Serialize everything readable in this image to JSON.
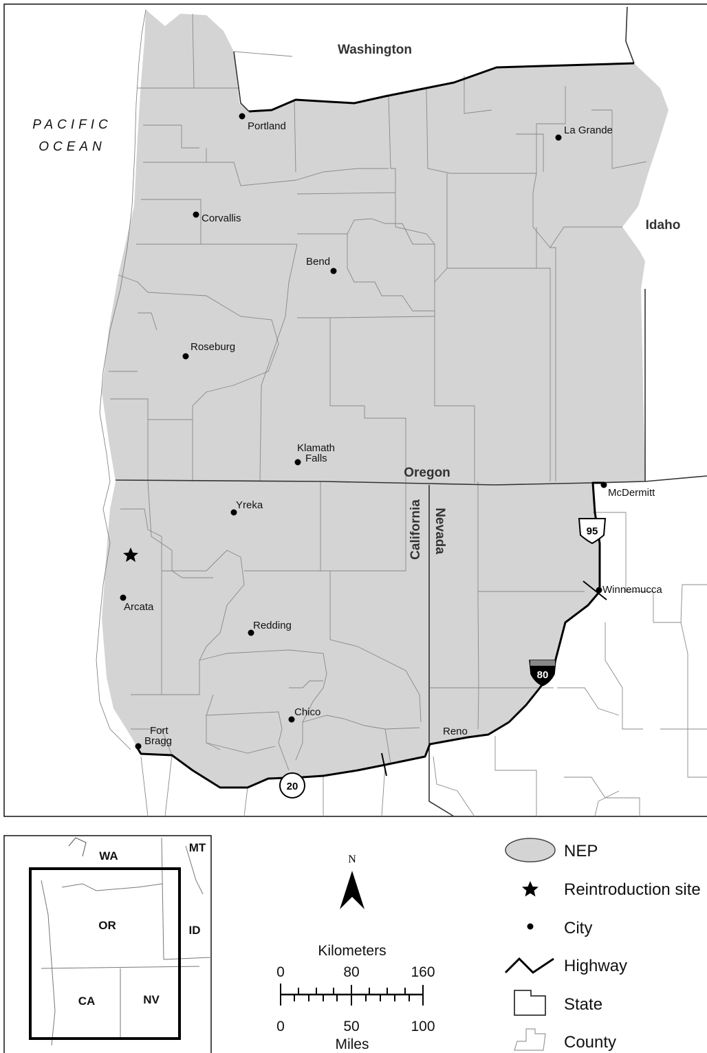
{
  "regions": {
    "washington": "Washington",
    "idaho": "Idaho",
    "oregon": "Oregon",
    "california": "California",
    "nevada": "Nevada",
    "pacific": "PACIFIC",
    "ocean": "OCEAN"
  },
  "cities": {
    "portland": "Portland",
    "la_grande": "La Grande",
    "corvallis": "Corvallis",
    "bend": "Bend",
    "roseburg": "Roseburg",
    "klamath_1": "Klamath",
    "klamath_2": "Falls",
    "yreka": "Yreka",
    "arcata": "Arcata",
    "redding": "Redding",
    "chico": "Chico",
    "fort_1": "Fort",
    "fort_2": "Bragg",
    "reno": "Reno",
    "mcdermitt": "McDermitt",
    "winnemucca": "Winnemucca"
  },
  "highways": {
    "us95": "95",
    "i80": "80",
    "sr20": "20"
  },
  "inset": {
    "wa": "WA",
    "mt": "MT",
    "or": "OR",
    "id": "ID",
    "ca": "CA",
    "nv": "NV"
  },
  "north_arrow": "N",
  "scale": {
    "km_title": "Kilometers",
    "km_ticks": [
      "0",
      "80",
      "160"
    ],
    "mi_ticks": [
      "0",
      "50",
      "100"
    ],
    "mi_title": "Miles"
  },
  "legend": {
    "nep": "NEP",
    "site": "Reintroduction site",
    "city": "City",
    "highway": "Highway",
    "state": "State",
    "county": "County"
  },
  "colors": {
    "nep_fill": "#d4d4d4"
  }
}
